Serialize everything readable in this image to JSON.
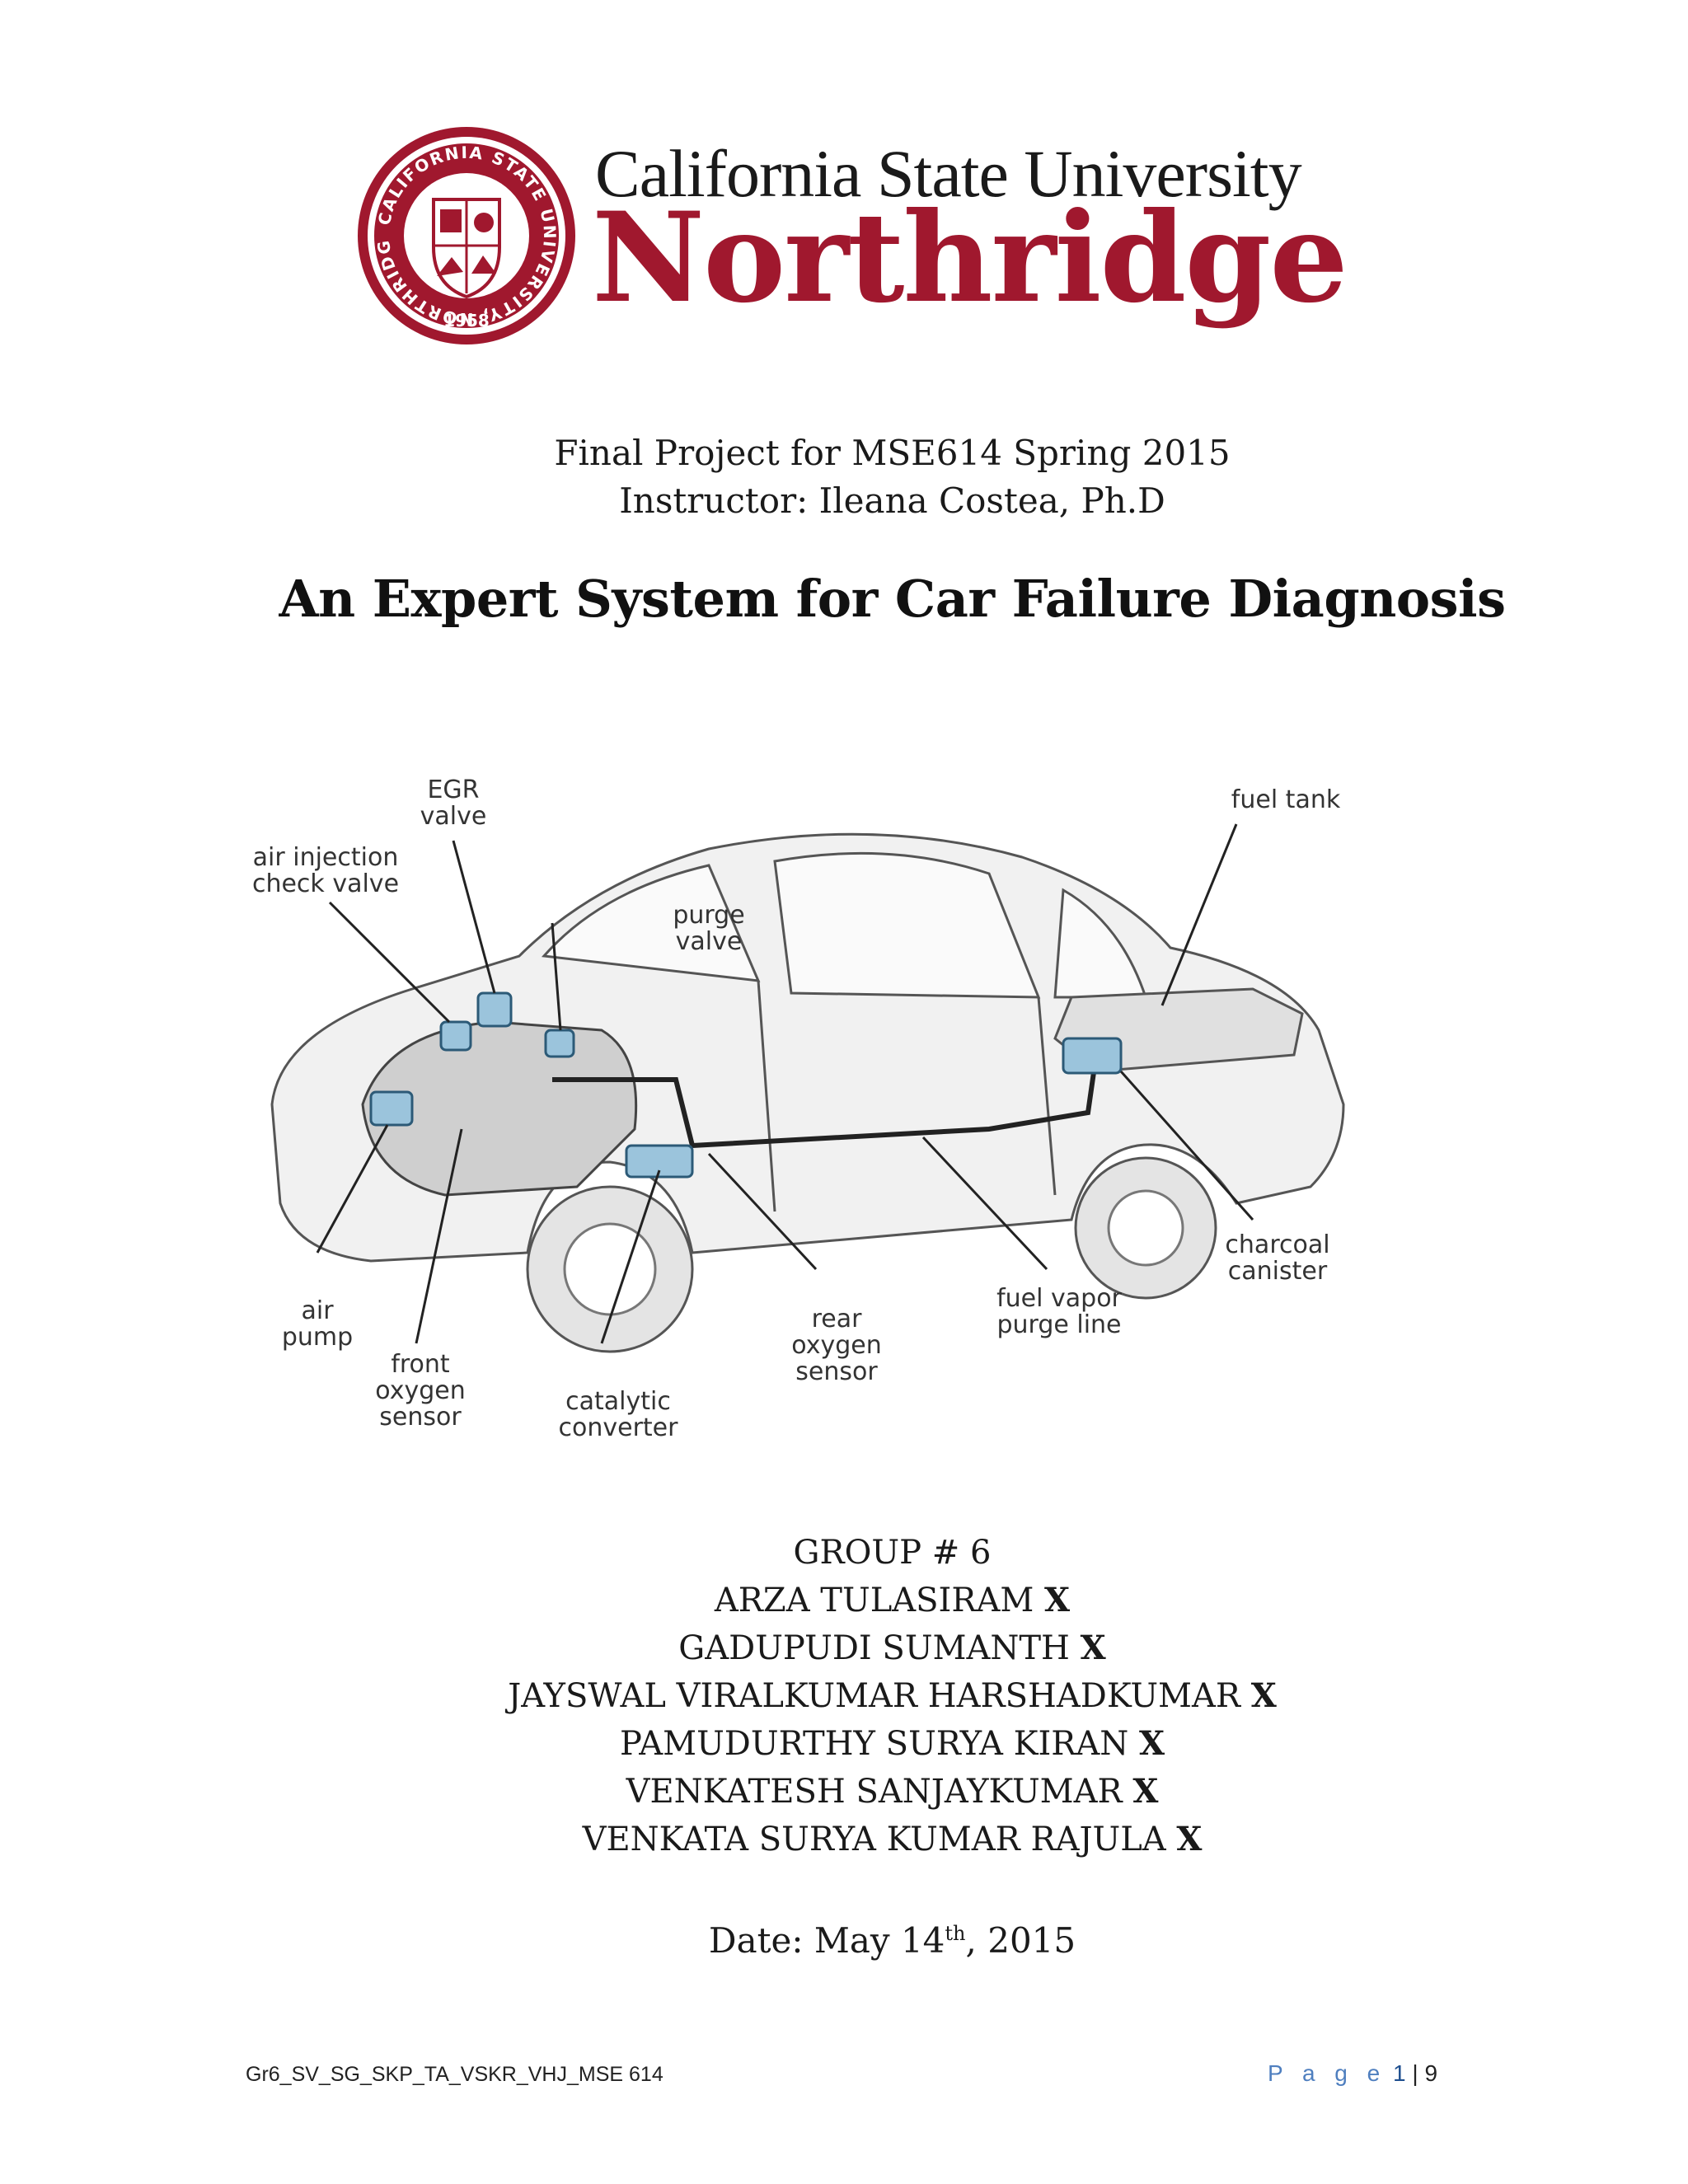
{
  "logo": {
    "university_line": "California State University",
    "campus_name": "Northridge",
    "seal_text": "CALIFORNIA STATE UNIVERSITY, NORTHRIDGE",
    "seal_year": "1958",
    "brand_color": "#a0182e"
  },
  "header": {
    "project_line": "Final Project for MSE614 Spring 2015",
    "instructor_line": "Instructor: Ileana Costea, Ph.D"
  },
  "title": "An Expert System for Car Failure Diagnosis",
  "figure": {
    "labels": {
      "egr_valve_1": "EGR",
      "egr_valve_2": "valve",
      "air_injection_1": "air injection",
      "air_injection_2": "check valve",
      "purge_valve_1": "purge",
      "purge_valve_2": "valve",
      "fuel_tank": "fuel tank",
      "charcoal_1": "charcoal",
      "charcoal_2": "canister",
      "fuel_vapor_1": "fuel vapor",
      "fuel_vapor_2": "purge line",
      "rear_oxygen_1": "rear",
      "rear_oxygen_2": "oxygen",
      "rear_oxygen_3": "sensor",
      "catalytic_1": "catalytic",
      "catalytic_2": "converter",
      "front_oxygen_1": "front",
      "front_oxygen_2": "oxygen",
      "front_oxygen_3": "sensor",
      "air_pump_1": "air",
      "air_pump_2": "pump"
    }
  },
  "group": {
    "heading": "GROUP # 6",
    "members": [
      "ARZA TULASIRAM",
      "GADUPUDI SUMANTH",
      "JAYSWAL VIRALKUMAR HARSHADKUMAR",
      "PAMUDURTHY SURYA KIRAN",
      "VENKATESH SANJAYKUMAR",
      "VENKATA SURYA KUMAR RAJULA"
    ],
    "mark": "X"
  },
  "date": {
    "prefix": "Date: May 14",
    "suffix_sup": "th",
    "year": ", 2015"
  },
  "footer": {
    "doc_id": "Gr6_SV_SG_SKP_TA_VSKR_VHJ_MSE 614",
    "page_word": "P a g e",
    "page_number": "1",
    "separator": "|",
    "page_total": "9"
  }
}
